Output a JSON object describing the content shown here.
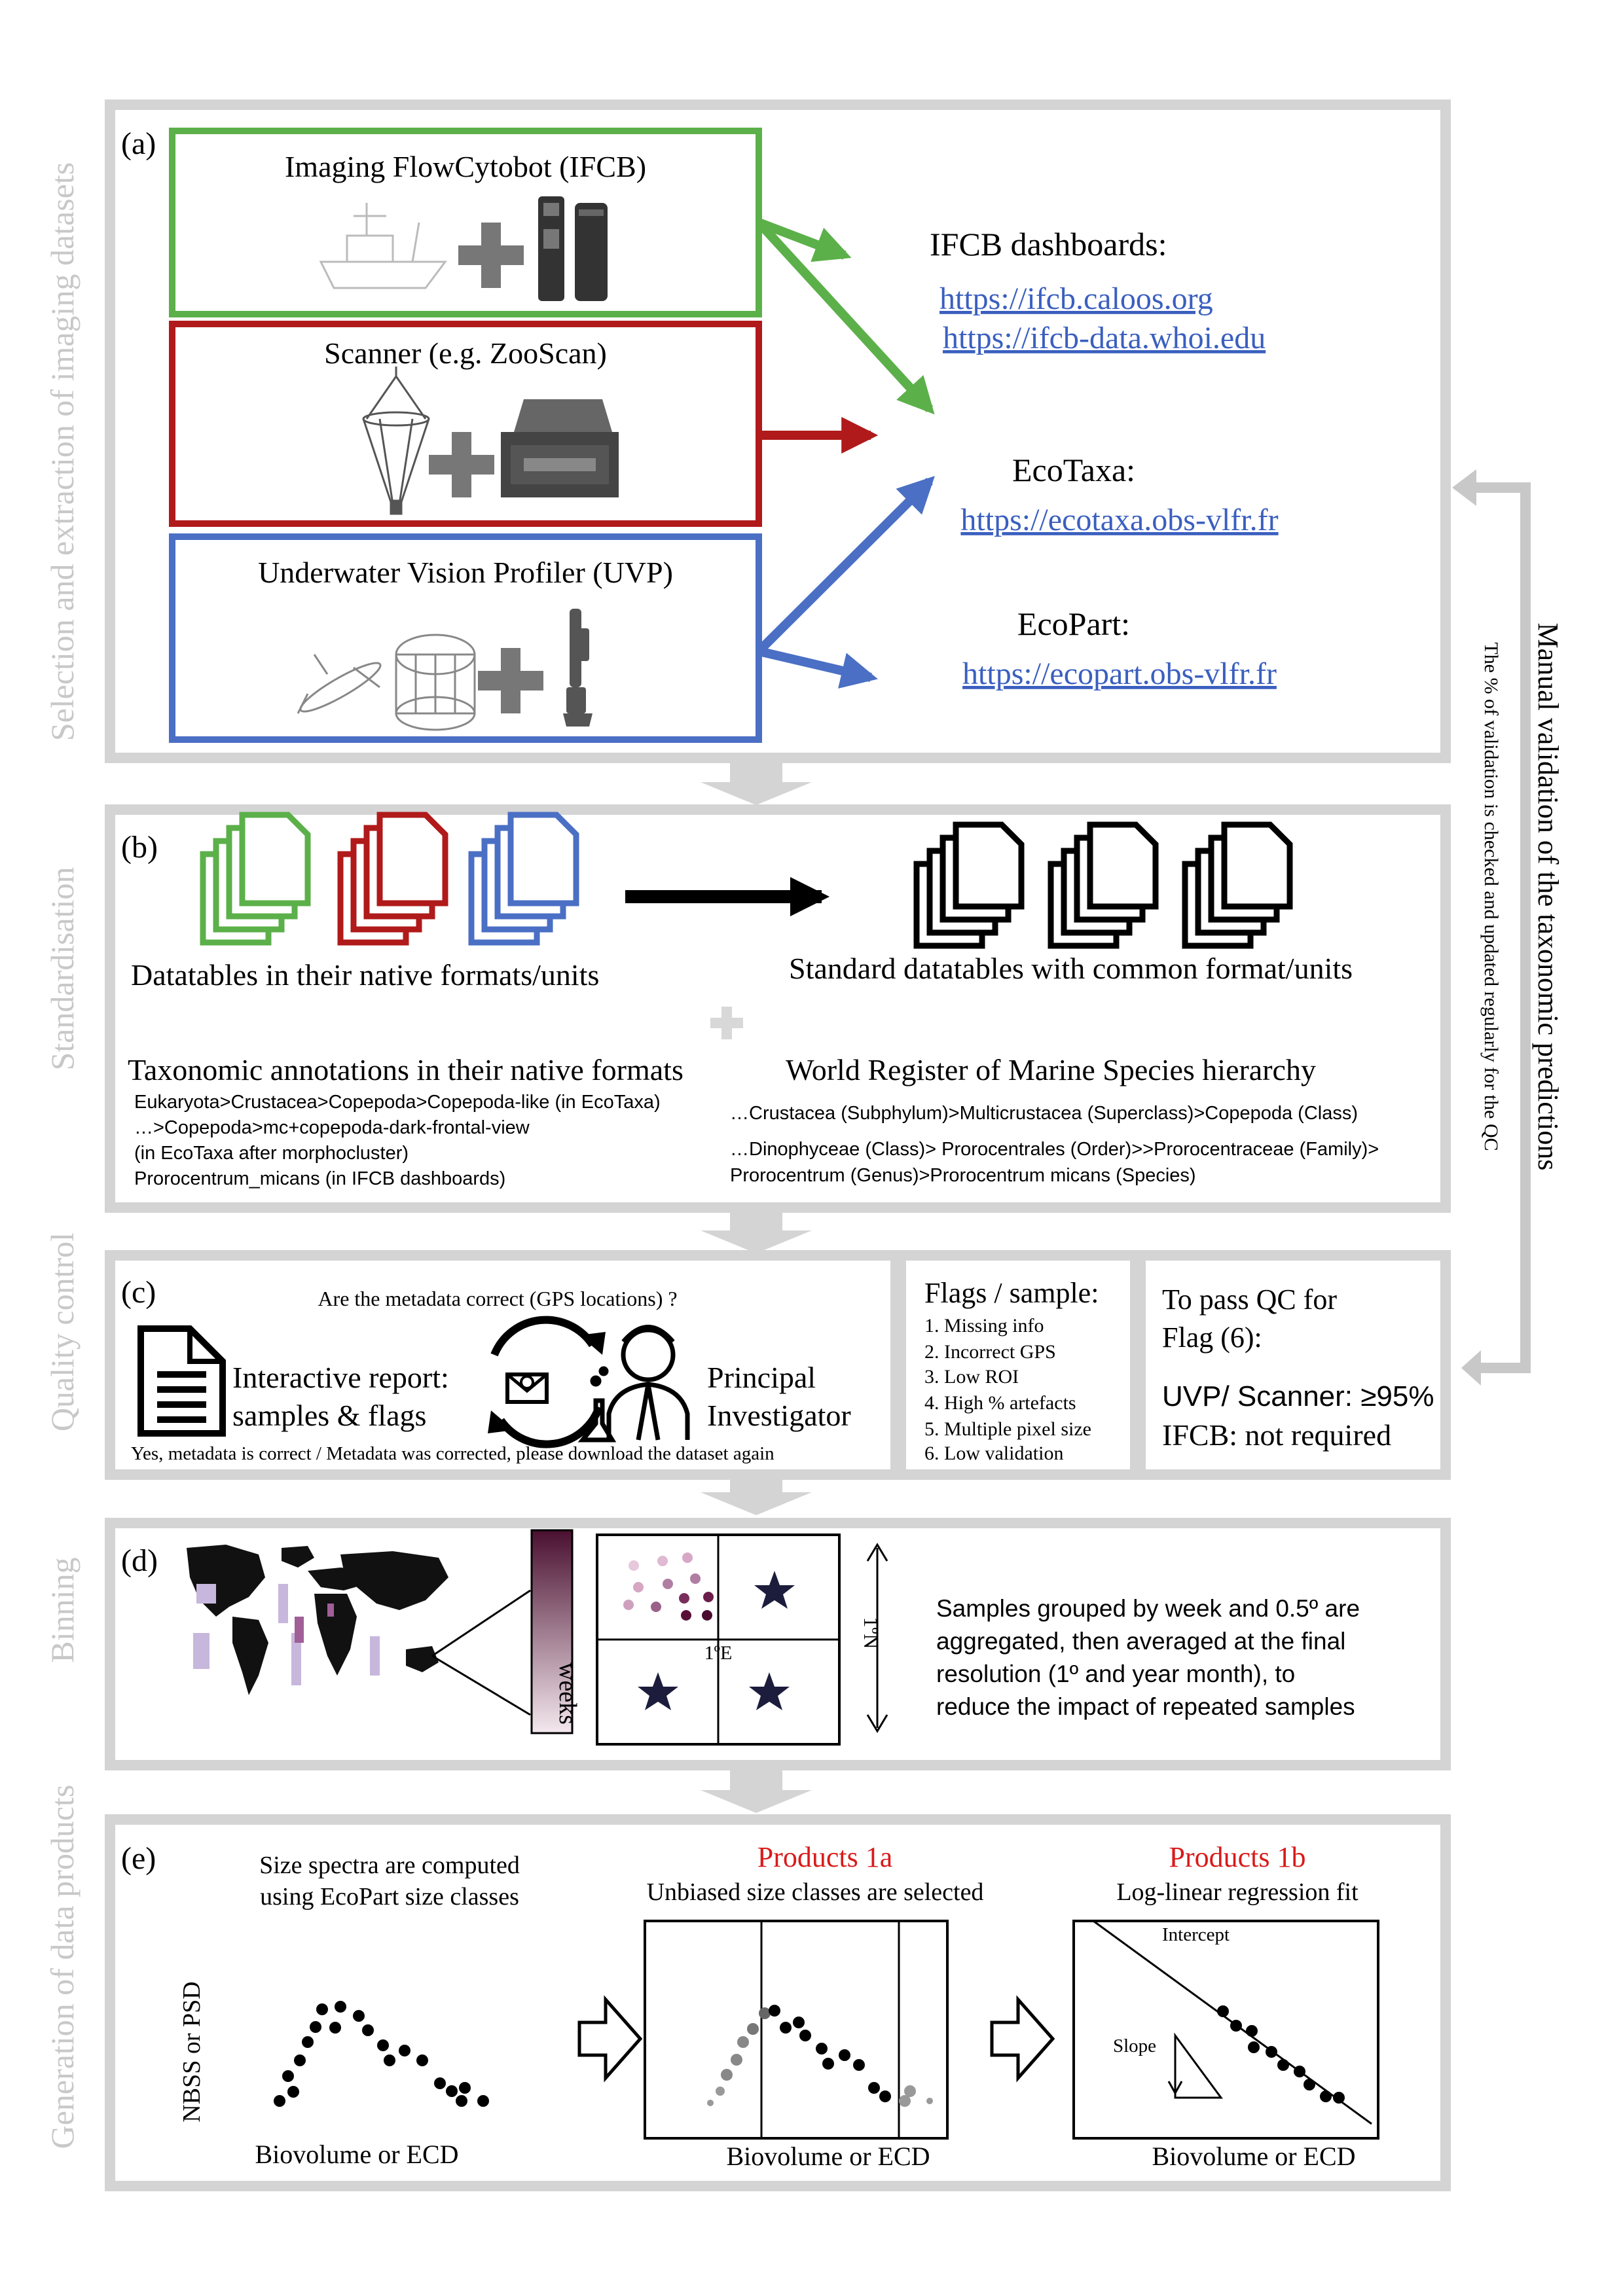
{
  "side_labels": {
    "a": "Selection and extraction of imaging datasets",
    "b": "Standardisation",
    "c": "Quality control",
    "d": "Binning",
    "e": "Generation of data products"
  },
  "right_side": {
    "title": "Manual validation of the taxonomic predictions",
    "subtitle": "The % of validation is checked and updated regularly for the QC"
  },
  "panel_a": {
    "tag": "(a)",
    "instruments": [
      {
        "name": "Imaging FlowCytobot (IFCB)",
        "color": "#5cb04a"
      },
      {
        "name": "Scanner   (e.g. ZooScan)",
        "color": "#b01a1a"
      },
      {
        "name": "Underwater Vision Profiler (UVP)",
        "color": "#4a6fc4"
      }
    ],
    "dashboards": {
      "title": "IFCB dashboards:",
      "links": [
        "https://ifcb.caloos.org",
        "https://ifcb-data.whoi.edu"
      ]
    },
    "ecotaxa": {
      "title": "EcoTaxa:",
      "link": "https://ecotaxa.obs-vlfr.fr"
    },
    "ecopart": {
      "title": "EcoPart:",
      "link": "https://ecopart.obs-vlfr.fr"
    },
    "link_color": "#3a5fbf"
  },
  "panel_b": {
    "tag": "(b)",
    "native_label": "Datatables in their native formats/units",
    "standard_label": "Standard datatables with common format/units",
    "taxo_native_title": "Taxonomic annotations in their native formats",
    "taxo_native_lines": [
      "Eukaryota>Crustacea>Copepoda>Copepoda-like (in EcoTaxa)",
      "…>Copepoda>mc+copepoda-dark-frontal-view",
      "(in EcoTaxa after morphocluster)",
      "Prorocentrum_micans (in IFCB dashboards)"
    ],
    "worms_title": "World Register of Marine Species hierarchy",
    "worms_lines": [
      "…Crustacea (Subphylum)>Multicrustacea (Superclass)>Copepoda (Class)",
      "…Dinophyceae (Class)> Prorocentrales (Order)>>Prorocentraceae (Family)>",
      "Prorocentrum (Genus)>Prorocentrum micans (Species)"
    ]
  },
  "panel_c": {
    "tag": "(c)",
    "question": "Are the metadata correct (GPS locations) ?",
    "report_label": [
      "Interactive report:",
      "samples & flags"
    ],
    "pi_label": [
      "Principal",
      "Investigator"
    ],
    "answer": "Yes, metadata is correct / Metadata was corrected, please download the dataset again",
    "flags_title": "Flags / sample:",
    "flags": [
      "1. Missing info",
      "2. Incorrect GPS",
      "3. Low ROI",
      "4. High % artefacts",
      "5. Multiple pixel size",
      "6. Low validation"
    ],
    "qc_lines": [
      "To pass QC for",
      "Flag (6):"
    ],
    "qc_criteria": [
      "UVP/ Scanner: ≥95%",
      "IFCB: not required"
    ]
  },
  "panel_d": {
    "tag": "(d)",
    "weeks_label": "weeks",
    "lon_label": "1ºE",
    "lat_label": "1ºN",
    "description": [
      "Samples grouped by week and 0.5º are",
      "aggregated, then averaged at the final",
      "resolution (1º  and year month), to",
      "reduce the impact of repeated samples"
    ]
  },
  "panel_e": {
    "tag": "(e)",
    "col1_title": [
      "Size spectra are computed",
      "using EcoPart size classes"
    ],
    "col2_title_red": "Products 1a",
    "col2_title": "Unbiased size classes  are selected",
    "col3_title_red": "Products 1b",
    "col3_title": "Log-linear regression fit",
    "ylabel": "NBSS or PSD",
    "xlabel": "Biovolume or ECD",
    "intercept_label": "Intercept",
    "slope_label": "Slope",
    "accent_red": "#d81b1b"
  }
}
